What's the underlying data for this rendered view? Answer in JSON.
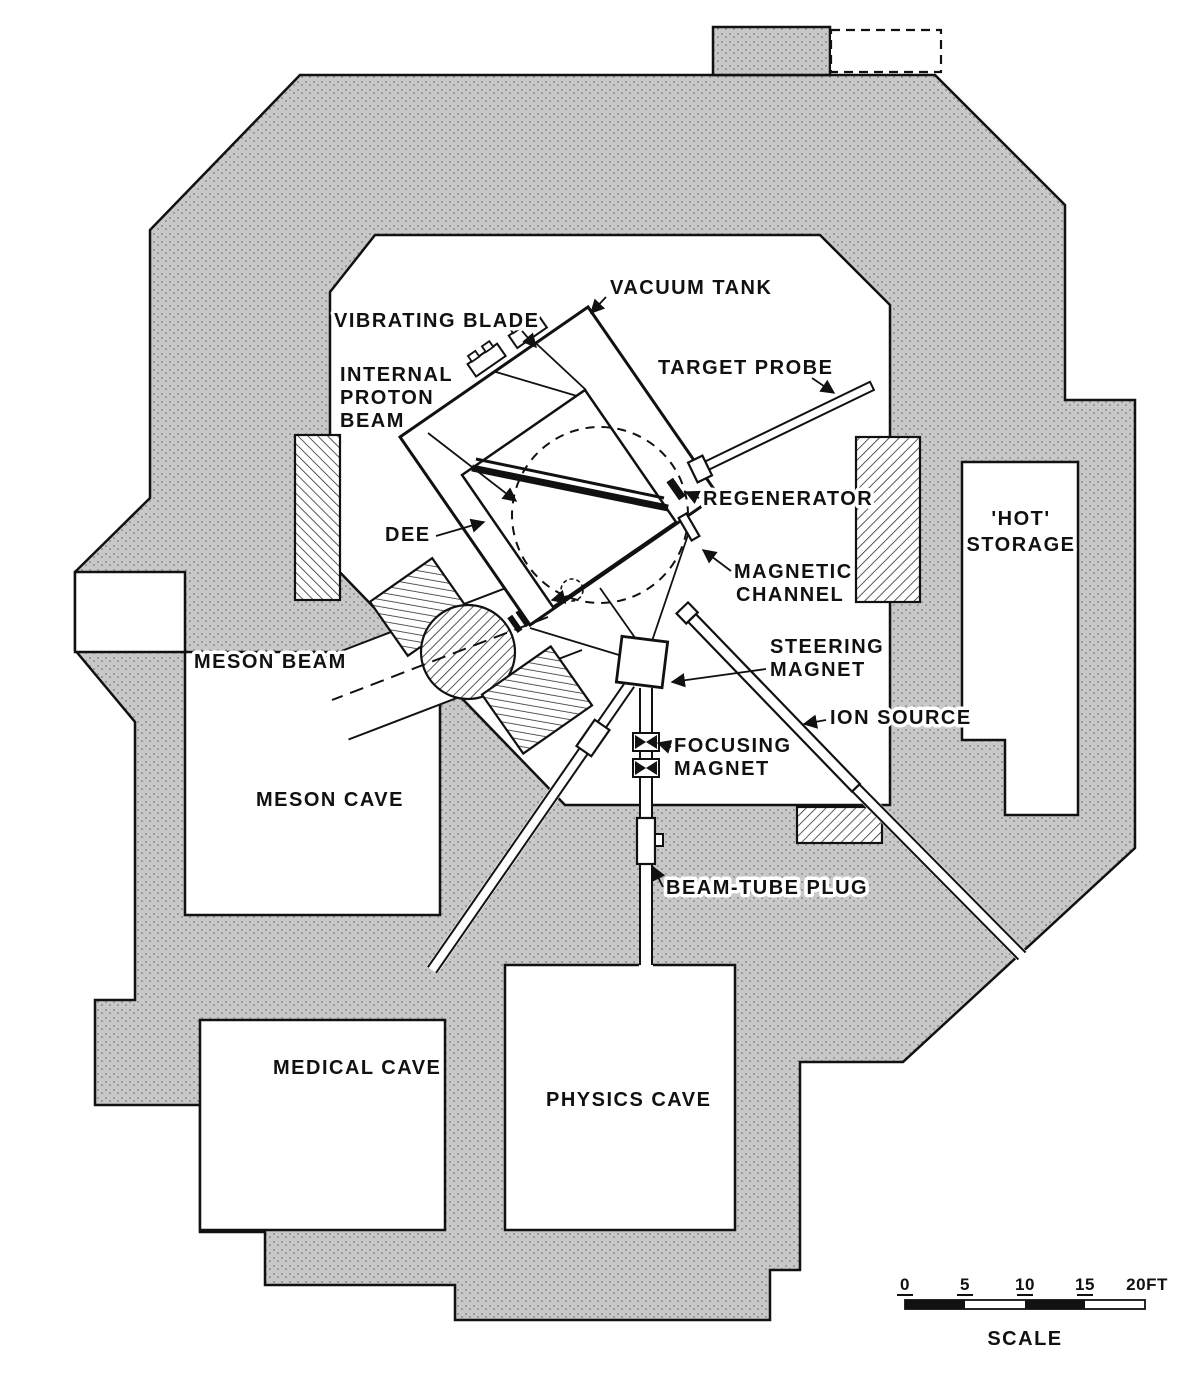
{
  "diagram_title": "Cyclotron facility floor plan",
  "labels": {
    "vacuum_tank": "VACUUM TANK",
    "vibrating_blade": "VIBRATING BLADE",
    "target_probe": "TARGET PROBE",
    "internal_proton_beam": {
      "lines": [
        "INTERNAL",
        "PROTON",
        "BEAM"
      ]
    },
    "regenerator": "REGENERATOR",
    "dee": "DEE",
    "magnetic_channel": {
      "lines": [
        "MAGNETIC",
        "CHANNEL"
      ]
    },
    "steering_magnet": {
      "lines": [
        "STEERING",
        "MAGNET"
      ]
    },
    "meson_beam": "MESON BEAM",
    "ion_source": "ION SOURCE",
    "focusing_magnet": {
      "lines": [
        "FOCUSING",
        "MAGNET"
      ]
    },
    "meson_cave": "MESON CAVE",
    "beam_tube_plug": "BEAM-TUBE PLUG",
    "hot_storage": {
      "lines": [
        "'HOT'",
        "STORAGE"
      ]
    },
    "medical_cave": "MEDICAL CAVE",
    "physics_cave": "PHYSICS CAVE"
  },
  "scale": {
    "ticks": [
      "0",
      "5",
      "10",
      "15"
    ],
    "end_label": "20FT",
    "caption": "SCALE"
  },
  "colors": {
    "shield_gray": "#c8c8c8",
    "stipple_dot": "#8d8d8d",
    "ink": "#111111",
    "background": "#ffffff"
  }
}
